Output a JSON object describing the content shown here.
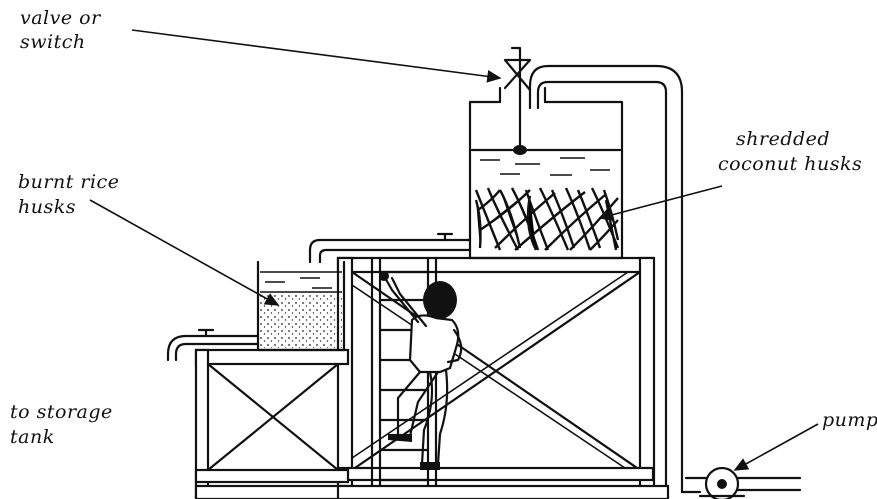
{
  "labels": {
    "valve": [
      "valve or",
      "switch"
    ],
    "burnt": [
      "burnt rice",
      "husks"
    ],
    "coconut": [
      "shredded",
      "coconut husks"
    ],
    "storage": [
      "to storage",
      "tank"
    ],
    "pump": "pump"
  }
}
